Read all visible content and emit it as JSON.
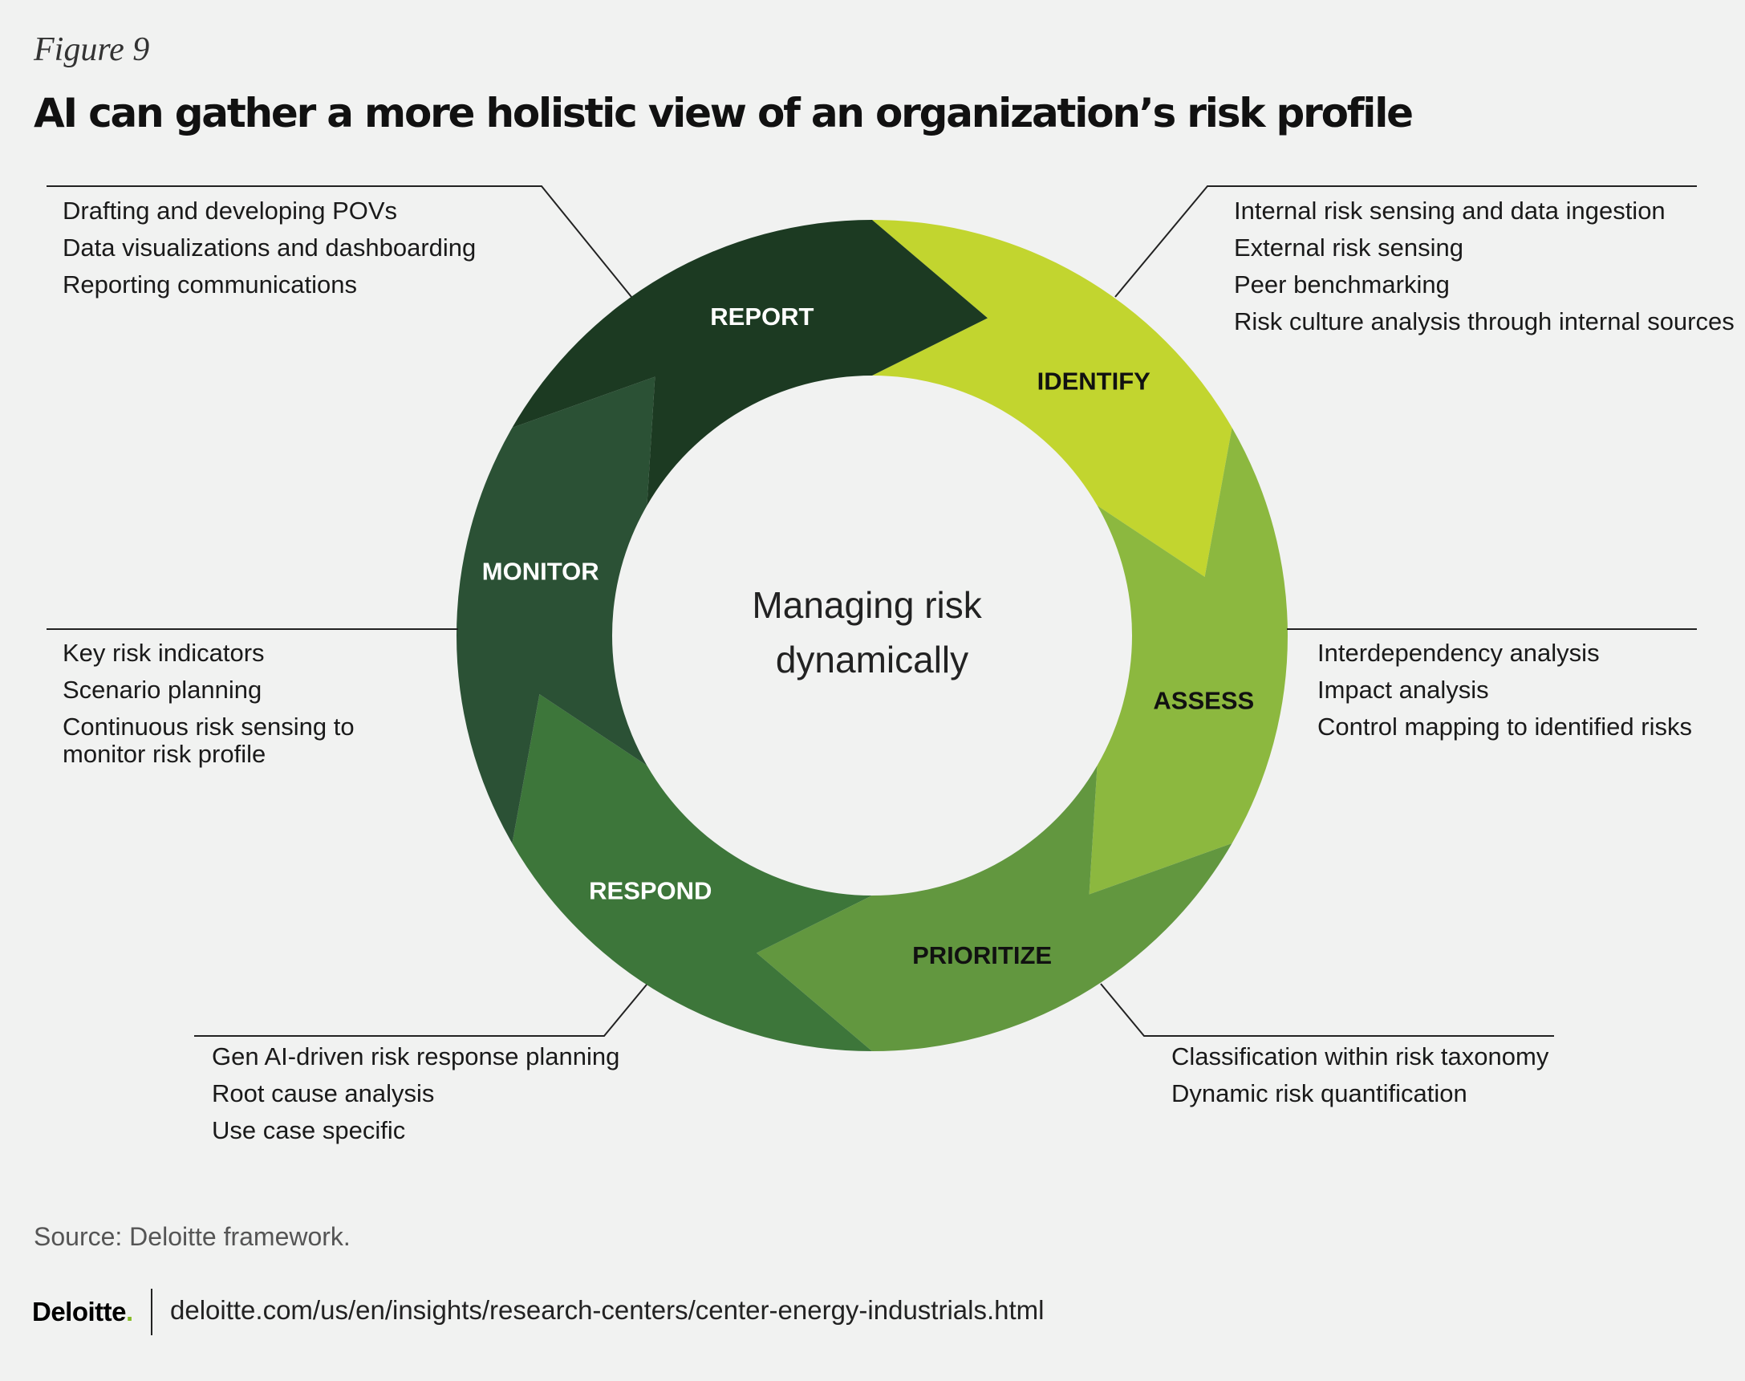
{
  "figure_label": "Figure 9",
  "title": "AI can gather a more holistic view of an organization’s risk profile",
  "center_text": [
    "Managing risk",
    "dynamically"
  ],
  "stages": [
    {
      "label": "IDENTIFY",
      "color": "#c2d52f",
      "text_color": "#111111",
      "items": [
        "Internal risk sensing and data ingestion",
        "External risk sensing",
        "Peer benchmarking",
        "Risk culture analysis through internal sources"
      ]
    },
    {
      "label": "ASSESS",
      "color": "#8cb83f",
      "text_color": "#111111",
      "items": [
        "Interdependency analysis",
        "Impact analysis",
        "Control mapping to identified risks"
      ]
    },
    {
      "label": "PRIORITIZE",
      "color": "#62973f",
      "text_color": "#111111",
      "items": [
        "Classification within risk taxonomy",
        "Dynamic risk quantification"
      ]
    },
    {
      "label": "RESPOND",
      "color": "#3d763a",
      "text_color": "#ffffff",
      "items": [
        "Gen AI-driven risk response planning",
        "Root cause analysis",
        "Use case specific"
      ]
    },
    {
      "label": "MONITOR",
      "color": "#2b5135",
      "text_color": "#ffffff",
      "items": [
        "Key risk indicators",
        "Scenario planning",
        "Continuous risk sensing to monitor risk profile"
      ]
    },
    {
      "label": "REPORT",
      "color": "#1c3a22",
      "text_color": "#ffffff",
      "items": [
        "Drafting and developing POVs",
        "Data visualizations and dashboarding",
        "Reporting communications"
      ]
    }
  ],
  "source": "Source: Deloitte framework.",
  "footer": {
    "logo": "Deloitte",
    "logo_dot": ".",
    "url": "deloitte.com/us/en/insights/research-centers/center-energy-industrials.html"
  }
}
